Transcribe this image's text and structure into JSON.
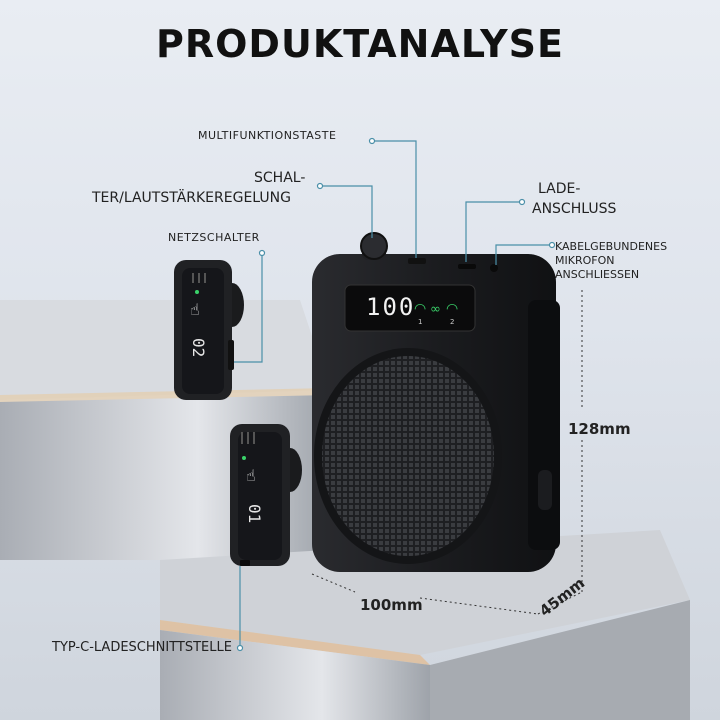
{
  "title": "PRODUKTANALYSE",
  "callouts": {
    "multifunktionstaste": "MULTIFUNKTIONSTASTE",
    "schalter_line1": "SCHAL-",
    "schalter_line2": "TER/LAUTSTÄRKEREGELUNG",
    "netzschalter": "NETZSCHALTER",
    "lade_line1": "LADE-",
    "lade_line2": "ANSCHLUSS",
    "kabel_line1": "KABELGEBUNDENES",
    "kabel_line2": "MIKROFON",
    "kabel_line3": "ANSCHLIESSEN",
    "typc": "TYP-C-LADESCHNITTSTELLE"
  },
  "dimensions": {
    "height": "128mm",
    "width": "100mm",
    "depth": "45mm"
  },
  "display": {
    "speaker_readout": "100",
    "mic_top_readout": "02",
    "mic_bottom_readout": "01",
    "channel_1": "1",
    "channel_2": "2"
  },
  "colors": {
    "accent_line": "#4a8fa8",
    "device": "#1c1d20",
    "title": "#111111"
  }
}
